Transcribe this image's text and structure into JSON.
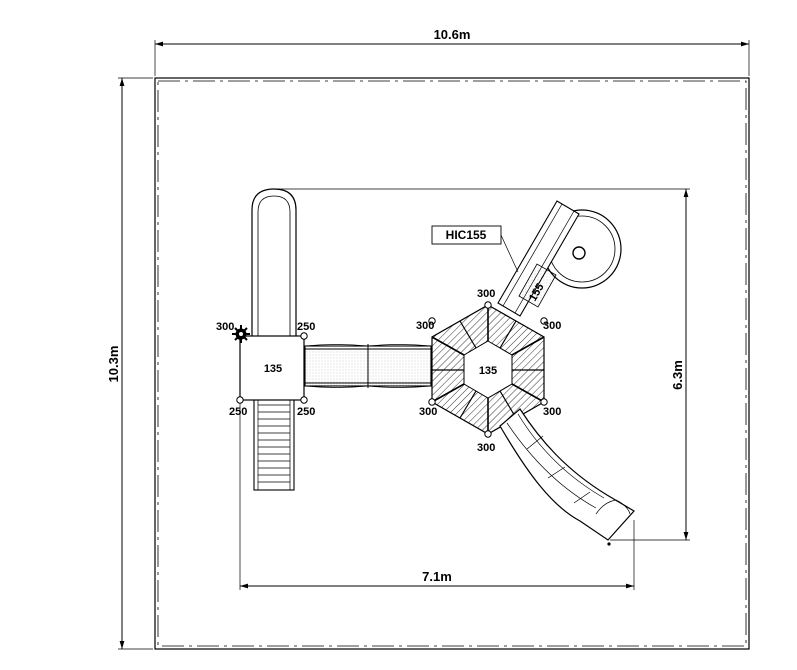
{
  "dimensions": {
    "top_width": "10.6m",
    "left_height": "10.3m",
    "right_height": "6.3m",
    "bottom_width": "7.1m"
  },
  "tag": {
    "label": "HIC155"
  },
  "platforms": {
    "square_height": "135",
    "hex_height": "135",
    "slide_height": "155"
  },
  "post_heights": {
    "square_top_left": "300",
    "square_top_right": "250",
    "square_bottom_left": "250",
    "square_bottom_right": "250",
    "hex_top": "300",
    "hex_upper_left": "300",
    "hex_upper_right": "300",
    "hex_lower_left": "300",
    "hex_lower_right": "300",
    "hex_bottom": "300"
  }
}
